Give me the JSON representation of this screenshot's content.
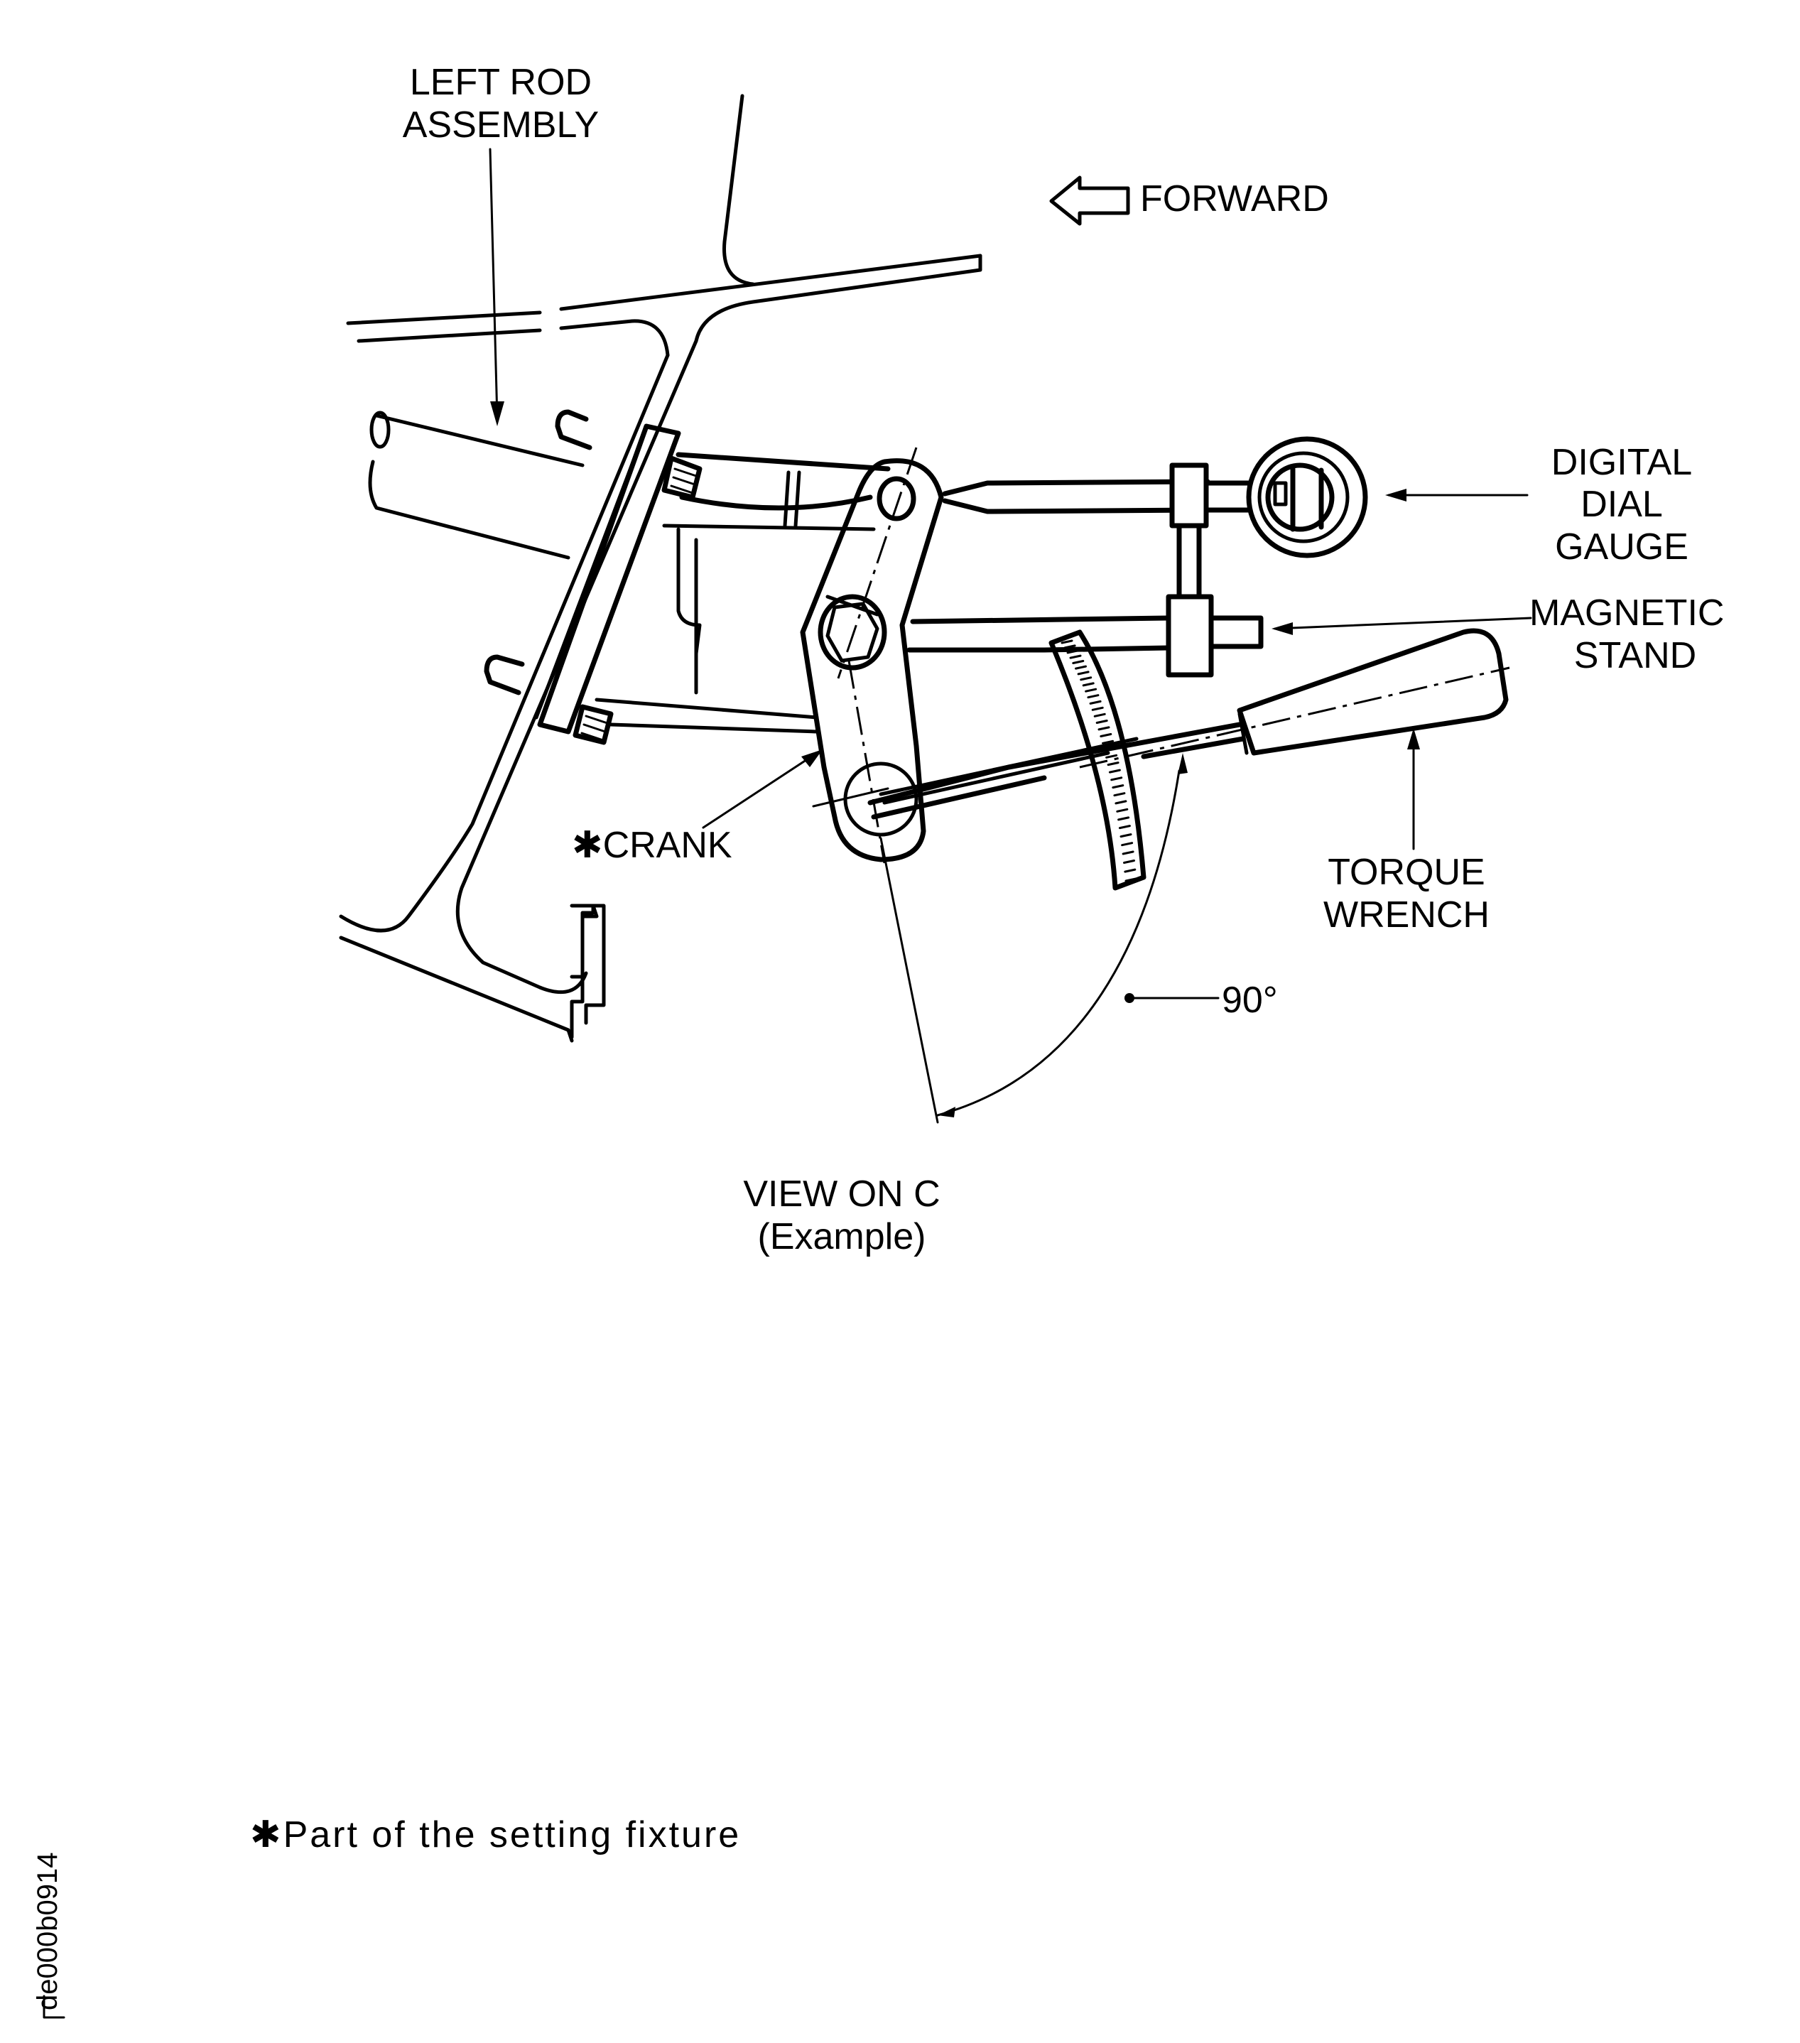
{
  "figure": {
    "labels": {
      "left_rod_line1": "LEFT ROD",
      "left_rod_line2": "ASSEMBLY",
      "forward": "FORWARD",
      "digital_line1": "DIGITAL",
      "digital_line2": "DIAL",
      "digital_line3": "GAUGE",
      "magnetic_line1": "MAGNETIC",
      "magnetic_line2": "STAND",
      "torque_line1": "TORQUE",
      "torque_line2": "WRENCH",
      "crank": "✱CRANK",
      "angle": "90°",
      "view_line1": "VIEW  ON  C",
      "view_line2": "(Example)"
    },
    "footnote": "✱Part  of  the  setting  fixture",
    "drawing_code": "de000b0914",
    "rotation_angle_deg": 90
  }
}
